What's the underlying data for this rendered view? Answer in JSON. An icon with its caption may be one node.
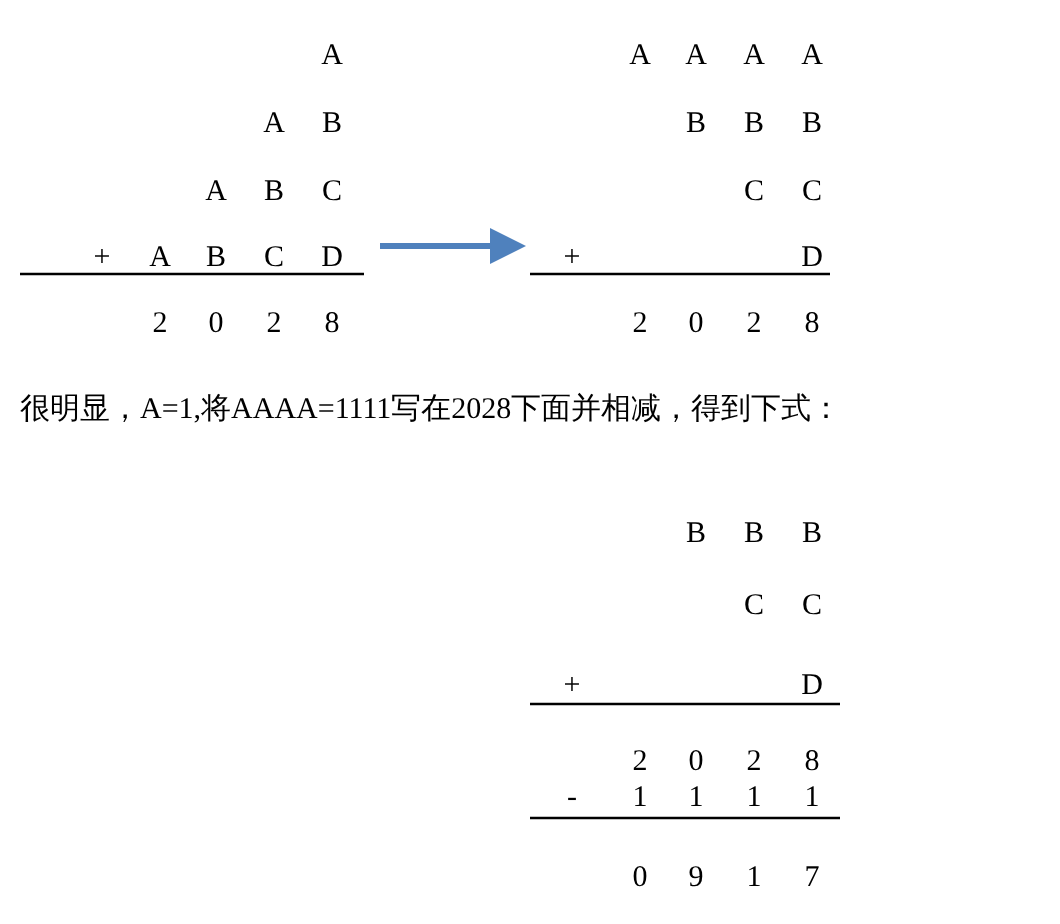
{
  "diagram": {
    "labels": [
      "A",
      "A",
      "A",
      "A",
      "A",
      "A",
      "B",
      "B",
      "B",
      "B",
      "A",
      "B",
      "C",
      "C",
      "C",
      "+",
      "A",
      "B",
      "C",
      "D",
      "+",
      "D",
      "2",
      "0",
      "2",
      "8",
      "2",
      "0",
      "2",
      "8",
      "很明显，A=1,将AAAA=1111写在2028下面并相减，得到下式：",
      "B",
      "B",
      "B",
      "C",
      "C",
      "+",
      "D",
      "2",
      "0",
      "2",
      "8",
      "-",
      "1",
      "1",
      "1",
      "1",
      "0",
      "9",
      "1",
      "7"
    ]
  }
}
